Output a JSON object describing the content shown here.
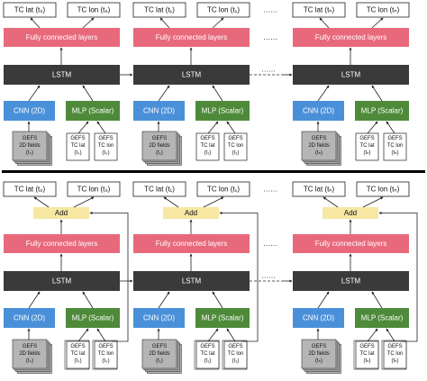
{
  "colors": {
    "fc": "#e8697b",
    "lstm": "#3a3a3a",
    "cnn": "#4a90d9",
    "mlp": "#4e8a3a",
    "add": "#f6e7a3",
    "stack": "#b5b5b5"
  },
  "labels": {
    "fc": "Fully connected layers",
    "lstm": "LSTM",
    "cnn": "CNN (2D)",
    "mlp": "MLP (Scalar)",
    "add": "Add",
    "gefs": "GEFS",
    "fields": "2D fields",
    "tclat": "TC lat",
    "tclon": "TC lon",
    "ellipsis": "……"
  },
  "columns": [
    {
      "t": "(t₀)"
    },
    {
      "t": "(t₁)"
    },
    {
      "t": "(tₙ)"
    }
  ],
  "panels": [
    {
      "id": "top",
      "has_add": false
    },
    {
      "id": "bottom",
      "has_add": true
    }
  ]
}
